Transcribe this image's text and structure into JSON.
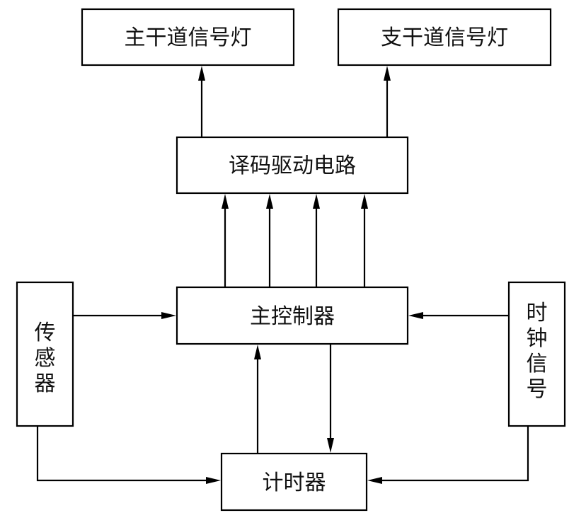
{
  "boxes": {
    "main_signal": "主干道信号灯",
    "branch_signal": "支干道信号灯",
    "decoder": "译码驱动电路",
    "controller": "主控制器",
    "sensor": [
      "传",
      "感",
      "器"
    ],
    "clock": [
      "时",
      "钟",
      "信",
      "号"
    ],
    "timer": "计时器"
  }
}
